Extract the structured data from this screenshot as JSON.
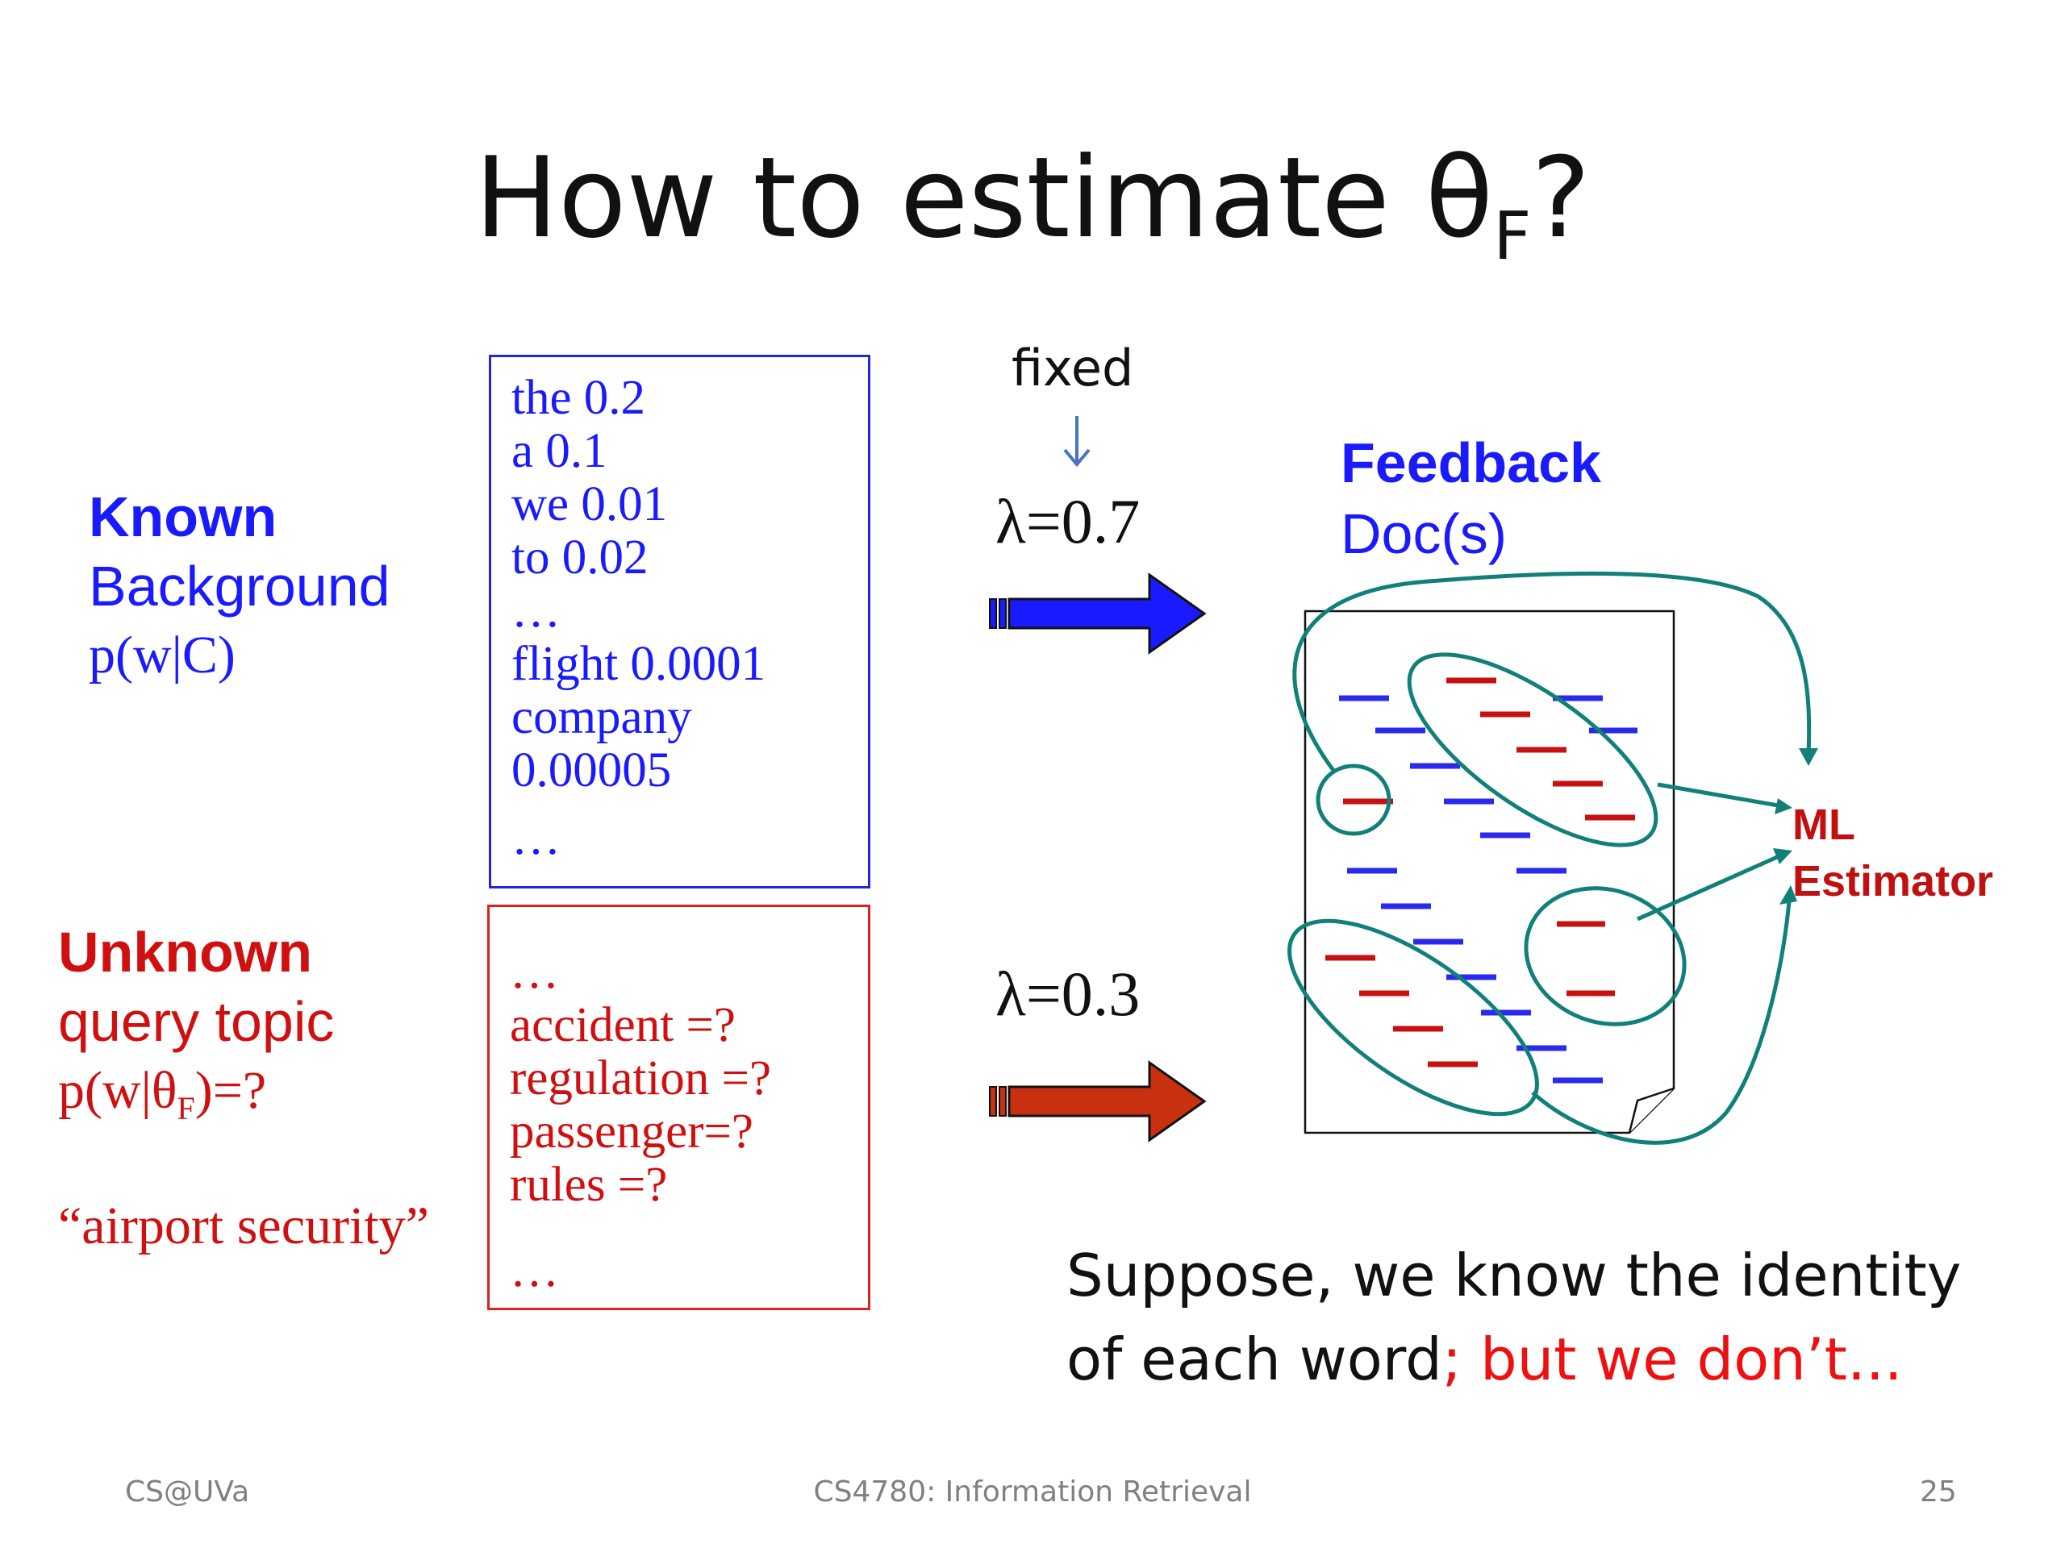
{
  "title": {
    "main": "How to estimate θ",
    "sub": "F",
    "end": "?"
  },
  "known": {
    "heading": "Known",
    "line2": "Background",
    "line3": "p(w|C)"
  },
  "unknown": {
    "heading": "Unknown",
    "line2": "query topic",
    "formula_a": "p(w|θ",
    "formula_sub": "F",
    "formula_b": ")=?",
    "query": "“airport security”"
  },
  "background_words": [
    "the  0.2",
    "a 0.1",
    "we 0.01",
    "to 0.02",
    "…",
    "flight 0.0001",
    "company",
    "0.00005",
    "…"
  ],
  "topic_words": [
    "…",
    "accident =?",
    "regulation =?",
    "passenger=?",
    "rules =?",
    "…"
  ],
  "fixed_label": "fixed",
  "lambda_top": "λ=0.7",
  "lambda_bottom": "λ=0.3",
  "feedback": {
    "line1": "Feedback",
    "line2": "Doc(s)"
  },
  "ml_estimator": {
    "line1": "ML",
    "line2": "Estimator"
  },
  "note": {
    "black": "Suppose, we know the identity of each word",
    "red": "; but we don’t..."
  },
  "footer": {
    "left": "CS@UVa",
    "center": "CS4780: Information Retrieval",
    "right": "25"
  },
  "colors": {
    "blue": "#1a1aff",
    "red": "#d01010",
    "teal": "#108078",
    "dark_red_arrow": "#c83010"
  }
}
